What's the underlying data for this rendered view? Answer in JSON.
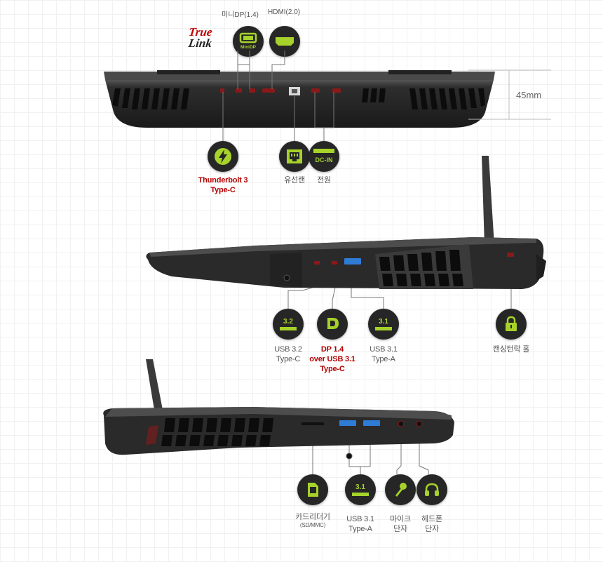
{
  "colors": {
    "accent": "#a6d22a",
    "badge": "#262626",
    "red_label": "#b40000",
    "body": "#2b2b2b"
  },
  "logo": {
    "line1": "True",
    "line2": "Link"
  },
  "top_labels": {
    "minidp": "미니DP(1.4)",
    "hdmi": "HDMI(2.0)"
  },
  "dimension": "45mm",
  "badge_texts": {
    "minidp": "MiniDP",
    "dcin": "DC-IN",
    "usb32": "3.2",
    "usb31_right": "3.1",
    "usb31_left": "3.1"
  },
  "rear_labels": {
    "thunderbolt_line1": "Thunderbolt 3",
    "thunderbolt_line2": "Type-C",
    "lan": "유선랜",
    "power": "전원"
  },
  "right_labels": {
    "usb32_line1": "USB 3.2",
    "usb32_line2": "Type-C",
    "dp_line1": "DP 1.4",
    "dp_line2": "over USB 3.1",
    "dp_line3": "Type-C",
    "usb31_line1": "USB 3.1",
    "usb31_line2": "Type-A",
    "lock": "캔싱턴락 홀"
  },
  "left_labels": {
    "card_line1": "카드리더기",
    "card_line2": "(SD/MMC)",
    "usb31_line1": "USB 3.1",
    "usb31_line2": "Type-A",
    "mic_line1": "마이크",
    "mic_line2": "단자",
    "hp_line1": "헤드폰",
    "hp_line2": "단자"
  },
  "icons": [
    "minidp-icon",
    "hdmi-icon",
    "thunderbolt-icon",
    "ethernet-icon",
    "dc-in-icon",
    "usb-icon",
    "displayport-icon",
    "lock-icon",
    "sd-card-icon",
    "microphone-icon",
    "headphone-icon"
  ]
}
